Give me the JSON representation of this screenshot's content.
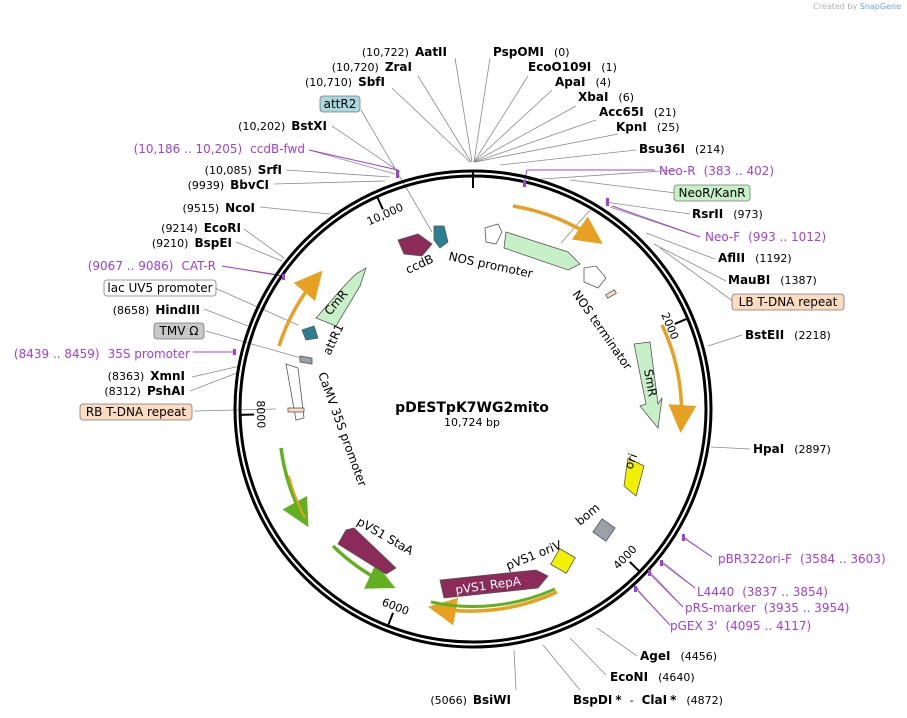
{
  "credit": {
    "prefix": "Created by",
    "brand": "SnapGene"
  },
  "plasmid": {
    "name": "pDESTpK7WG2mito",
    "length_label": "10,724 bp",
    "length": 10724
  },
  "ticks": [
    {
      "label": "2000",
      "pos": 2000
    },
    {
      "label": "4000",
      "pos": 4000
    },
    {
      "label": "6000",
      "pos": 6000
    },
    {
      "label": "8000",
      "pos": 8000
    },
    {
      "label": "10,000",
      "pos": 10000
    }
  ],
  "sites": [
    {
      "name": "AatII",
      "pos_label": "(10,722)",
      "side": "left"
    },
    {
      "name": "ZraI",
      "pos_label": "(10,720)",
      "side": "left"
    },
    {
      "name": "SbfI",
      "pos_label": "(10,710)",
      "side": "left"
    },
    {
      "name": "BstXI",
      "pos_label": "(10,202)",
      "side": "left"
    },
    {
      "name": "SrfI",
      "pos_label": "(10,085)",
      "side": "left"
    },
    {
      "name": "BbvCI",
      "pos_label": "(9939)",
      "side": "left"
    },
    {
      "name": "NcoI",
      "pos_label": "(9515)",
      "side": "left"
    },
    {
      "name": "EcoRI",
      "pos_label": "(9214)",
      "side": "left"
    },
    {
      "name": "BspEI",
      "pos_label": "(9210)",
      "side": "left"
    },
    {
      "name": "HindIII",
      "pos_label": "(8658)",
      "side": "left"
    },
    {
      "name": "XmnI",
      "pos_label": "(8363)",
      "side": "left"
    },
    {
      "name": "PshAI",
      "pos_label": "(8312)",
      "side": "left"
    },
    {
      "name": "BsiWI",
      "pos_label": "(5066)",
      "side": "left"
    },
    {
      "name": "PspOMI",
      "pos_label": "(0)",
      "side": "right"
    },
    {
      "name": "EcoO109I",
      "pos_label": "(1)",
      "side": "right"
    },
    {
      "name": "ApaI",
      "pos_label": "(4)",
      "side": "right"
    },
    {
      "name": "XbaI",
      "pos_label": "(6)",
      "side": "right"
    },
    {
      "name": "Acc65I",
      "pos_label": "(21)",
      "side": "right"
    },
    {
      "name": "KpnI",
      "pos_label": "(25)",
      "side": "right"
    },
    {
      "name": "Bsu36I",
      "pos_label": "(214)",
      "side": "right"
    },
    {
      "name": "RsrII",
      "pos_label": "(973)",
      "side": "right"
    },
    {
      "name": "AflII",
      "pos_label": "(1192)",
      "side": "right"
    },
    {
      "name": "MauBI",
      "pos_label": "(1387)",
      "side": "right"
    },
    {
      "name": "BstEII",
      "pos_label": "(2218)",
      "side": "right"
    },
    {
      "name": "HpaI",
      "pos_label": "(2897)",
      "side": "right"
    },
    {
      "name": "AgeI",
      "pos_label": "(4456)",
      "side": "right"
    },
    {
      "name": "EcoNI",
      "pos_label": "(4640)",
      "side": "right"
    }
  ],
  "bottom_site": {
    "name1": "BspDI",
    "star1": "*",
    "dash": "-",
    "name2": "ClaI",
    "star2": "*",
    "pos_label": "(4872)"
  },
  "primers": [
    {
      "name": "ccdB-fwd",
      "range": "(10,186 .. 10,205)"
    },
    {
      "name": "CAT-R",
      "range": "(9067 .. 9086)"
    },
    {
      "name": "35S promoter",
      "range": "(8439 .. 8459)"
    },
    {
      "name": "Neo-R",
      "range": "(383 .. 402)"
    },
    {
      "name": "Neo-F",
      "range": "(993 .. 1012)"
    },
    {
      "name": "pBR322ori-F",
      "range": "(3584 .. 3603)"
    },
    {
      "name": "L4440",
      "range": "(3837 .. 3854)"
    },
    {
      "name": "pRS-marker",
      "range": "(3935 .. 3954)"
    },
    {
      "name": "pGEX 3'",
      "range": "(4095 .. 4117)"
    }
  ],
  "boxed_features": [
    {
      "name": "attR2",
      "color": "#a8d8e0"
    },
    {
      "name": "lac UV5 promoter",
      "color": "#ffffff"
    },
    {
      "name": "TMV Ω",
      "color": "#c8c8c8"
    },
    {
      "name": "RB T-DNA repeat",
      "color": "#fbdcc0"
    },
    {
      "name": "NeoR/KanR",
      "color": "#c8f0c8"
    },
    {
      "name": "LB T-DNA repeat",
      "color": "#fbdcc0"
    }
  ],
  "features": [
    {
      "name": "ccdB"
    },
    {
      "name": "NOS promoter"
    },
    {
      "name": "NOS terminator"
    },
    {
      "name": "CmR"
    },
    {
      "name": "attR1"
    },
    {
      "name": "CaMV 35S promoter"
    },
    {
      "name": "SmR"
    },
    {
      "name": "ori"
    },
    {
      "name": "bom"
    },
    {
      "name": "pVS1 oriV"
    },
    {
      "name": "pVS1 RepA"
    },
    {
      "name": "pVS1 StaA"
    }
  ],
  "colors": {
    "primer": "#a040d8",
    "orf_arc": "#e8a020",
    "promoter_arc": "#60b020",
    "marker_green": "#c8f0c8",
    "rep_origin": "#f0f000",
    "maroon": "#8c2a5a",
    "teal": "#2a8090",
    "bom_gray": "#9aa0a8"
  }
}
